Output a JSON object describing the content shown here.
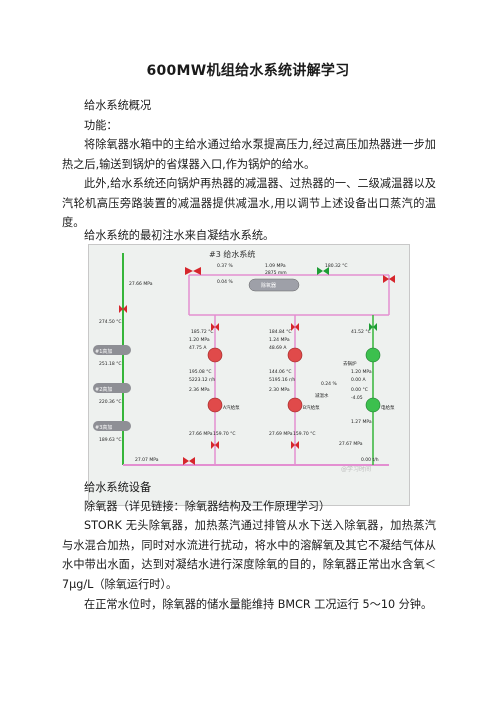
{
  "document": {
    "title": "600MW机组给水系统讲解学习",
    "section1_heading": "给水系统概况",
    "function_label": "功能：",
    "para_function": "将除氧器水箱中的主给水通过给水泵提高压力,经过高压加热器进一步加热之后,输送到锅炉的省煤器入口,作为锅炉的给水。",
    "para_extra": "此外,给水系统还向锅炉再热器的减温器、过热器的一、二级减温器以及汽轮机高压旁路装置的减温器提供减温水,用以调节上述设备出口蒸汽的温度。",
    "para_init": "给水系统的最初注水来自凝结水系统。",
    "section2_heading": "给水系统设备",
    "deaerator_label": "除氧器（详见链接：除氧器结构及工作原理学习）",
    "para_stork": "STORK 无头除氧器，加热蒸汽通过排管从水下送入除氧器，加热蒸汽与水混合加热，同时对水流进行扰动，将水中的溶解氧及其它不凝结气体从水中带出水面，达到对凝结水进行深度除氧的目的，除氧器正常出水含氧＜7μg/L（除氧运行时）。",
    "para_level": "在正常水位时，除氧器的储水量能维持 BMCR 工况运行 5～10 分钟。"
  },
  "diagram": {
    "title": "#3 给水系统",
    "tank_label": "除氧器",
    "values": {
      "v1": "27.66 MPa",
      "v2": "274.50 °C",
      "v3": "251.18 °C",
      "v4": "220.36 °C",
      "v5": "189.63 °C",
      "v6": "0.37 %",
      "v7": "0.04 %",
      "v8": "1.09 MPa",
      "v9": "2875 mm",
      "v10": "180.32 °C",
      "v11": "185.72 °C",
      "v12": "184.84 °C",
      "v13": "41.52 °C",
      "v14": "1.20 MPa",
      "v15": "47.75 A",
      "v16": "195.08 °C",
      "v17": "5223.12 r/h",
      "v18": "2.36 MPa",
      "v19": "1.24 MPa",
      "v20": "48.69 A",
      "v21": "144.06 °C",
      "v22": "5195.16 r/h",
      "v23": "2.30 MPa",
      "v24": "27.66 MPa",
      "v25": "159.70 °C",
      "v26": "27.69 MPa",
      "v27": "159.70 °C",
      "v28": "0.24 %",
      "v29": "1.20 MPa",
      "v30": "0.00 A",
      "v31": "0.00 °C",
      "v32": "-4.05",
      "v33": "1.27 MPa",
      "v34": "27.07 MPa",
      "v35": "27.67 MPa",
      "v36": "0.00 t/h"
    },
    "labels": {
      "hp1": "#1高加",
      "hp2": "#2高加",
      "hp3": "#3高加",
      "pumpA": "A汽给泵",
      "pumpB": "B汽给泵",
      "pumpC": "电给泵",
      "boiler": "去锅炉",
      "note": "减温水"
    },
    "watermark": "@学习时间"
  },
  "colors": {
    "pipe_pink": "#e38fd1",
    "pipe_green": "#36b53a",
    "valve_red": "#d6262c",
    "valve_green": "#1f9d36",
    "pump_red": "#e04a4a",
    "pump_green": "#3cc04e",
    "heater_gray": "#8e8f95"
  }
}
